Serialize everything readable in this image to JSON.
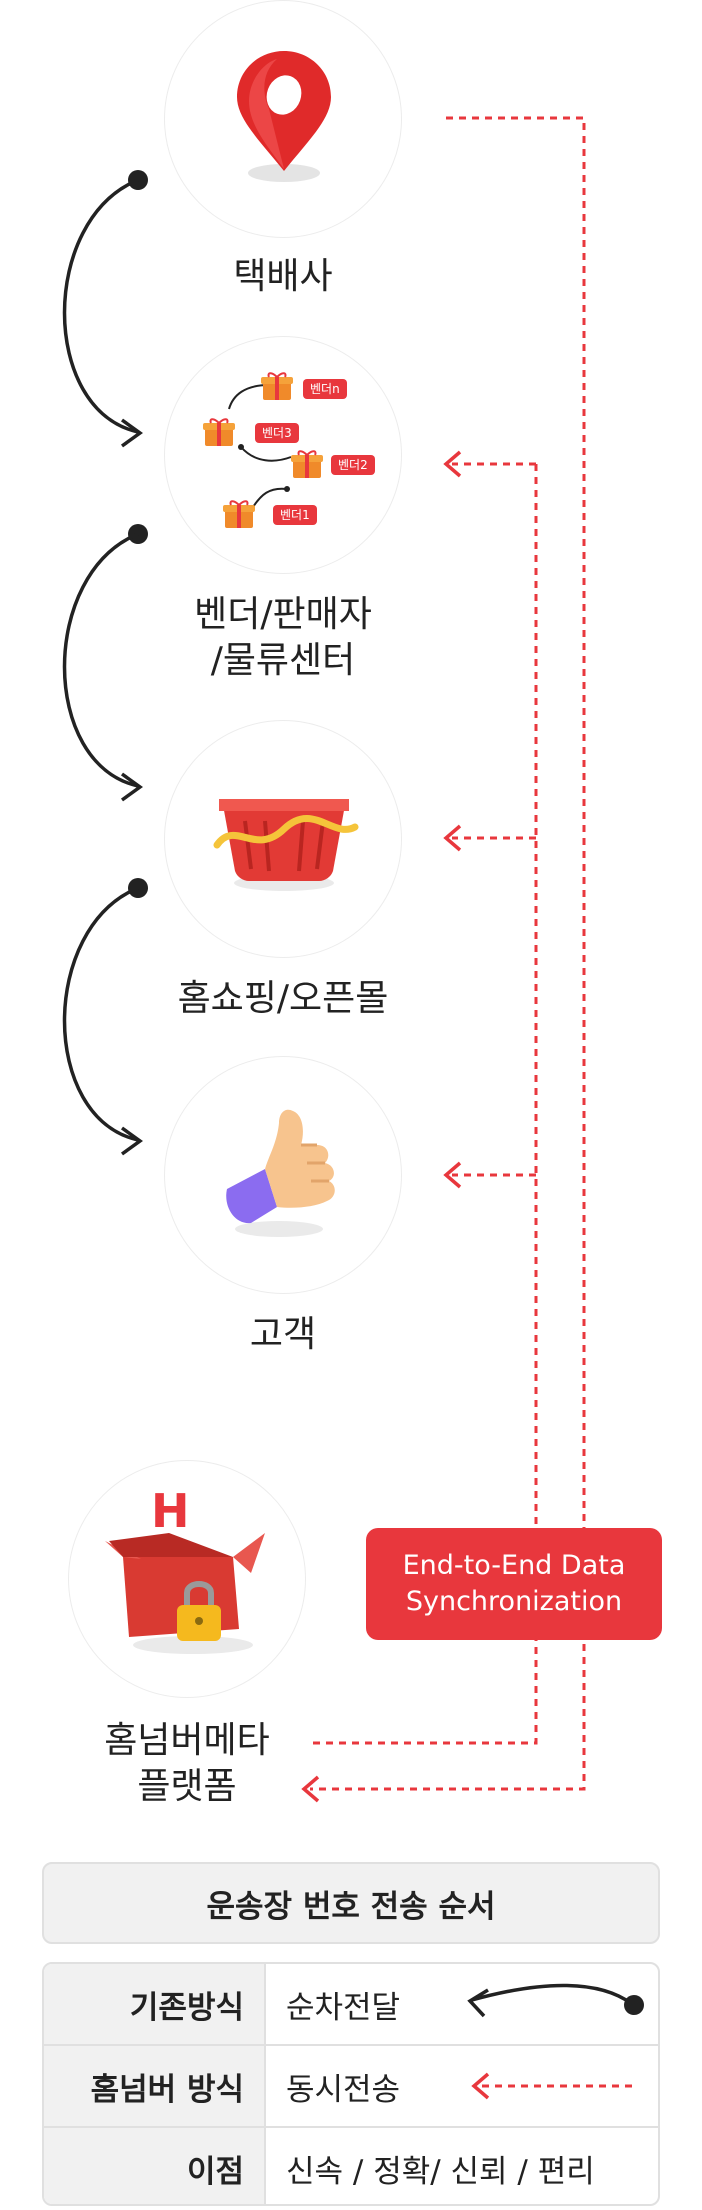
{
  "nodes": [
    {
      "label": "택배사",
      "icon": "location-pin-icon"
    },
    {
      "label_line1": "벤더/판매자",
      "label_line2": "/물류센터",
      "icon": "vendor-network-icon"
    },
    {
      "label": "홈쇼핑/오픈몰",
      "icon": "shopping-basket-icon"
    },
    {
      "label": "고객",
      "icon": "thumbs-up-icon"
    },
    {
      "label_line1": "홈넘버메타",
      "label_line2": "플랫폼",
      "icon": "locked-box-icon"
    }
  ],
  "vendor_tags": [
    "벤더n",
    "벤더3",
    "벤더2",
    "벤더1"
  ],
  "sync_badge": {
    "line1": "End-to-End Data",
    "line2": "Synchronization"
  },
  "order_table": {
    "title": "운송장 번호 전송 순서",
    "rows": [
      {
        "header": "기존방식",
        "value": "순차전달",
        "legend": "solid-curved-arrow"
      },
      {
        "header": "홈넘버 방식",
        "value": "동시전송",
        "legend": "dashed-red-arrow"
      },
      {
        "header": "이점",
        "value": "신속 / 정확/ 신뢰 / 편리"
      }
    ]
  },
  "colors": {
    "accent": "#e8373d",
    "dark": "#222222",
    "line": "#e0e0e0",
    "panel": "#f1f1f1"
  }
}
